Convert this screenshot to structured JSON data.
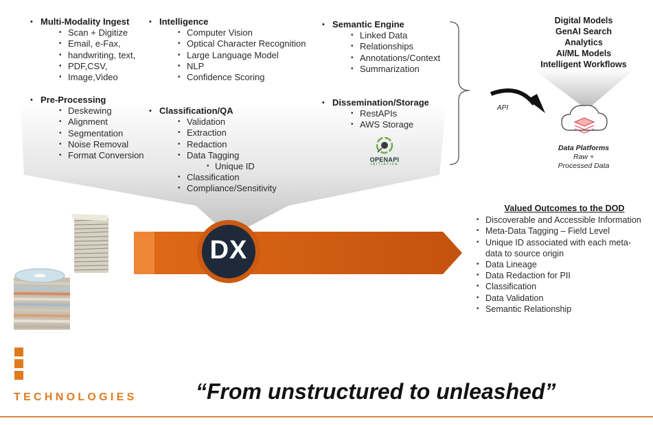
{
  "sections": {
    "ingest": {
      "title": "Multi-Modality Ingest",
      "items": [
        "Scan + Digitize",
        "Email, e-Fax,",
        "handwriting, text,",
        "PDF,CSV,",
        "Image,Video"
      ]
    },
    "preprocessing": {
      "title": "Pre-Processing",
      "items": [
        "Deskewing",
        "Alignment",
        "Segmentation",
        "Noise Removal",
        "Format Conversion"
      ]
    },
    "intelligence": {
      "title": "Intelligence",
      "items": [
        "Computer Vision",
        "Optical Character Recognition",
        "Large Language Model",
        "NLP",
        "Confidence Scoring"
      ]
    },
    "classification": {
      "title": "Classification/QA",
      "items": [
        "Validation",
        "Extraction",
        "Redaction",
        "Data Tagging",
        "Unique ID",
        "Classification",
        "Compliance/Sensitivity"
      ]
    },
    "semantic": {
      "title": "Semantic Engine",
      "items": [
        "Linked Data",
        "Relationships",
        "Annotations/Context",
        "Summarization"
      ]
    },
    "dissemination": {
      "title": "Dissemination/Storage",
      "items": [
        "RestAPIs",
        "AWS Storage"
      ]
    }
  },
  "openapi": {
    "name": "OPENAPI",
    "sub": "INITIATIVE"
  },
  "api_label": "API",
  "right_top": [
    "Digital Models",
    "GenAI Search",
    "Analytics",
    "AI/ML Models",
    "Intelligent Workflows"
  ],
  "platforms": {
    "title": "Data Platforms",
    "line1": "Raw +",
    "line2": "Processed Data"
  },
  "center_logo": "DX",
  "outcomes": {
    "title": "Valued Outcomes to the DOD",
    "items": [
      "Discoverable and Accessible Information",
      "Meta-Data Tagging – Field Level",
      "Unique ID associated with each meta-",
      "data to source origin",
      "Data Lineage",
      "Data Redaction for PII",
      "Classification",
      "Data Validation",
      "Semantic Relationship"
    ]
  },
  "company": "TECHNOLOGIES",
  "tagline": "“From unstructured to unleashed”",
  "colors": {
    "arrow_orange": "#cc5a12",
    "arrow_light": "#f08a3a",
    "logo_bg": "#1e2a3a",
    "brand_orange": "#e07a1f"
  }
}
